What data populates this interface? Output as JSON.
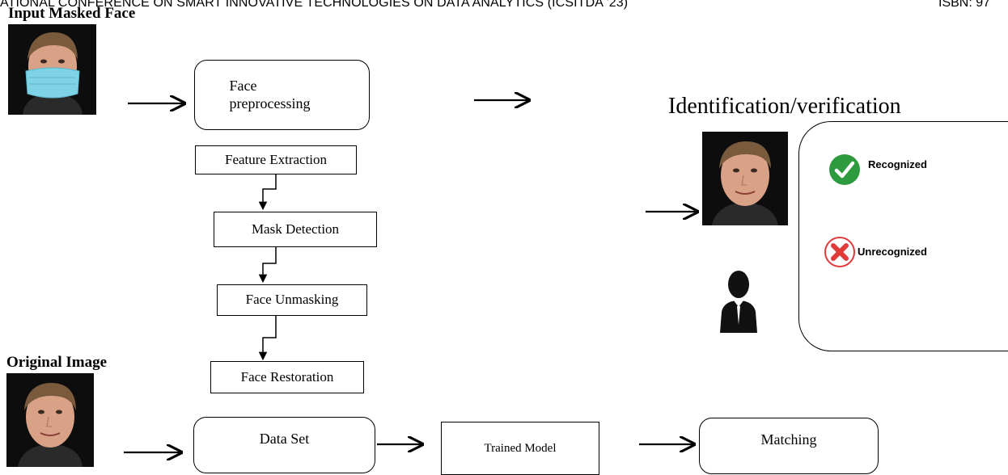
{
  "header": {
    "left_text": "ATIONAL CONFERENCE ON SMART INNOVATIVE TECHNOLOGIES ON DATA ANALYTICS  (ICSITDA '23)",
    "right_text": "ISBN: 97"
  },
  "labels": {
    "input_masked_face": "Input Masked Face",
    "original_image": "Original Image",
    "identification": "Identification/verification"
  },
  "nodes": {
    "face_preprocessing": "Face\npreprocessing",
    "feature_extraction": "Feature Extraction",
    "mask_detection": "Mask Detection",
    "face_unmasking": "Face Unmasking",
    "face_restoration": "Face Restoration",
    "data_set": "Data Set",
    "trained_model": "Trained Model",
    "matching": "Matching"
  },
  "results": {
    "recognized": "Recognized",
    "unrecognized": "Unrecognized"
  },
  "colors": {
    "mask_blue": "#7fd3e6",
    "check_green": "#2e9a3e",
    "cross_red": "#e03a3a"
  }
}
